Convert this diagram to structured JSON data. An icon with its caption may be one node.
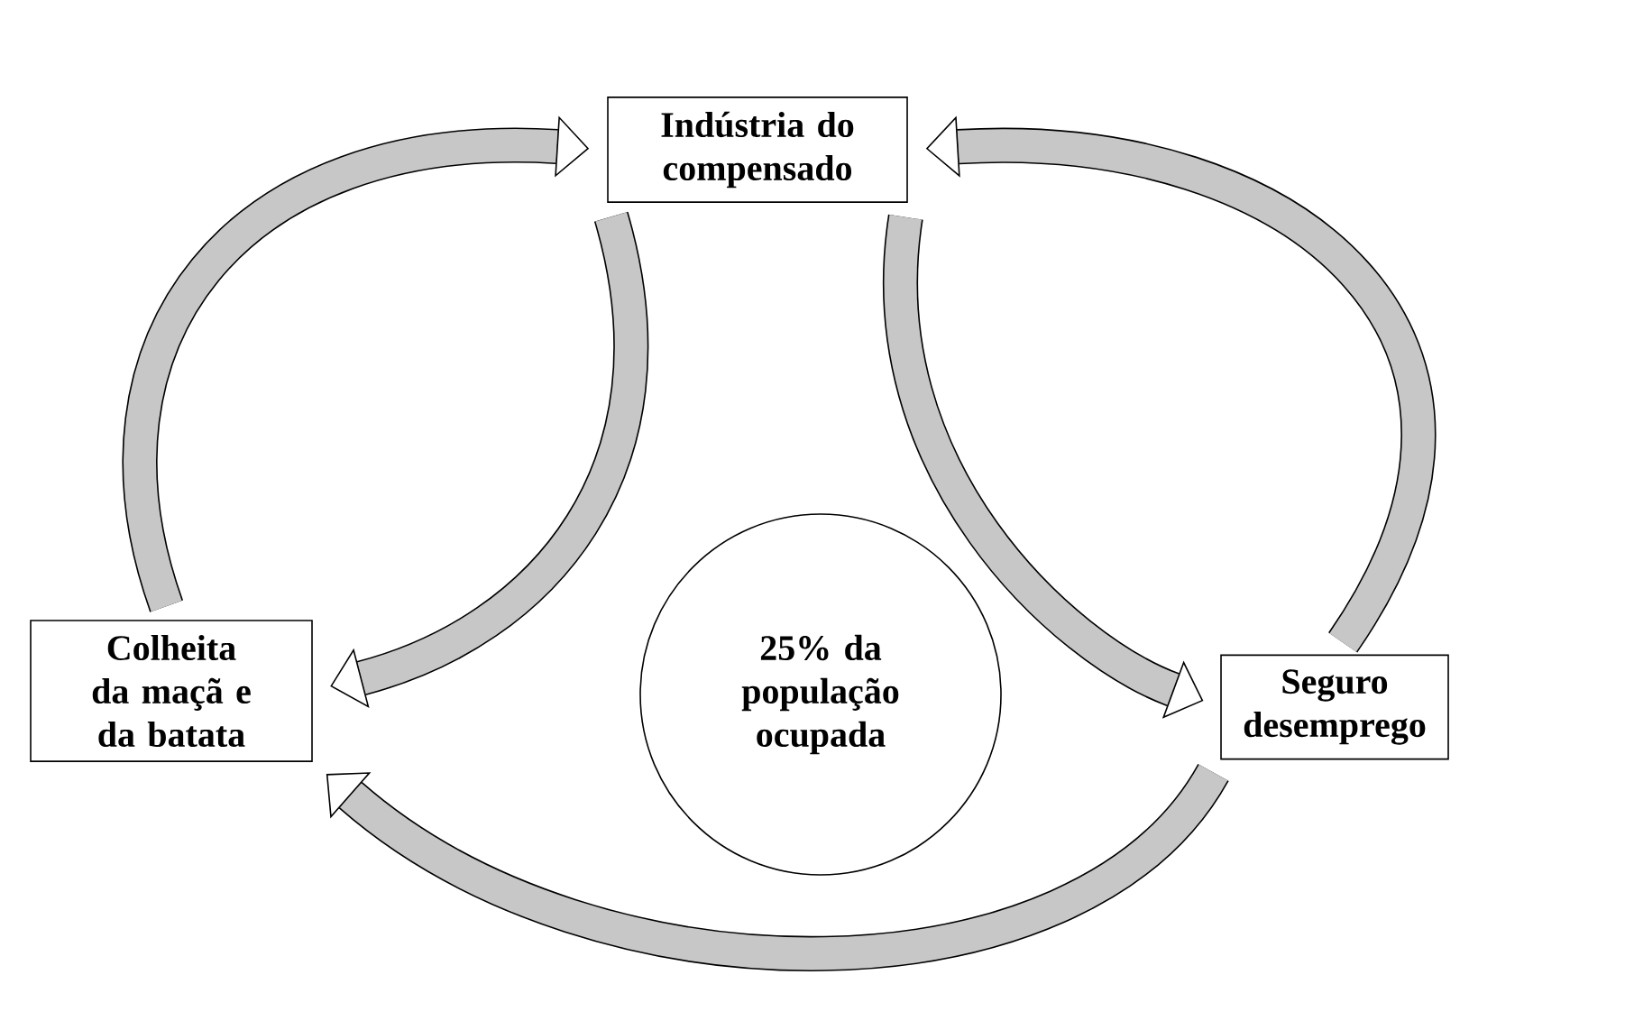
{
  "diagram": {
    "nodes": [
      {
        "text": [
          "Indústria do compensado"
        ]
      },
      {
        "text": [
          "Colheita da maçã e da batata"
        ]
      },
      {
        "text": [
          "25% da população ocupada"
        ]
      },
      {
        "text": [
          "Seguro desemprego"
        ]
      }
    ],
    "edges": [
      {
        "from": 1,
        "to": 0,
        "arrow": "to"
      },
      {
        "from": 3,
        "to": 0,
        "arrow": "to"
      },
      {
        "from": 0,
        "to": 1,
        "arrow": "to"
      },
      {
        "from": 0,
        "to": 3,
        "arrow": "to"
      },
      {
        "from": 3,
        "to": 1,
        "arrow": "to"
      }
    ]
  }
}
